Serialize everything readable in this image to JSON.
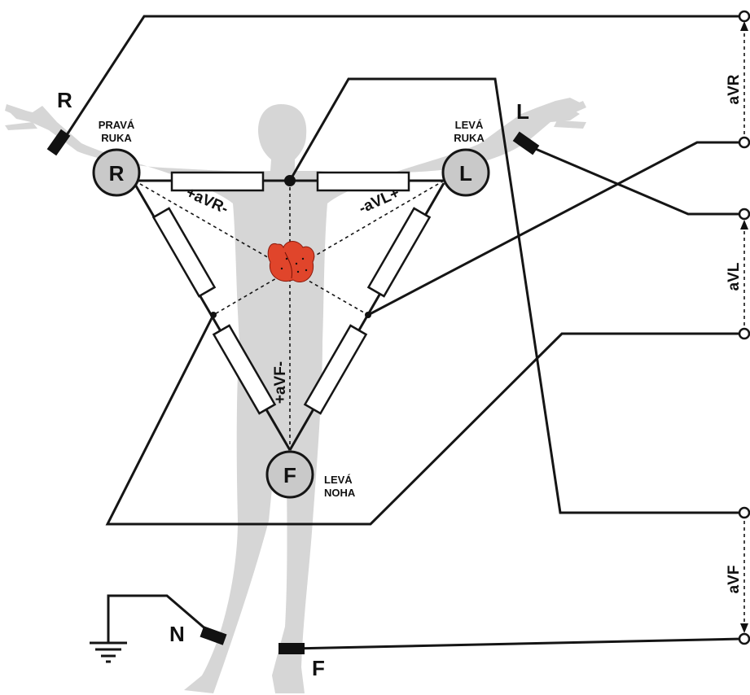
{
  "electrodes": {
    "right_arm": "R",
    "left_arm": "L",
    "left_leg": "F",
    "neutral": "N"
  },
  "limb_labels": {
    "right_arm": "PRAVÁ RUKA",
    "right_arm_line1": "PRAVÁ",
    "right_arm_line2": "RUKA",
    "left_arm_line1": "LEVÁ",
    "left_arm_line2": "RUKA",
    "left_leg_line1": "LEVÁ",
    "left_leg_line2": "NOHA"
  },
  "nodes": {
    "right": "R",
    "left": "L",
    "foot": "F"
  },
  "axis_labels": {
    "avr": "+aVR-",
    "avl": "-aVL+",
    "avf": "+aVF-"
  },
  "outputs": {
    "avr": "aVR",
    "avl": "aVL",
    "avf": "aVF"
  },
  "colors": {
    "body": "#d6d6d6",
    "heart": "#e0452b",
    "wire": "#151515",
    "node_fill": "#c9c9c9"
  }
}
